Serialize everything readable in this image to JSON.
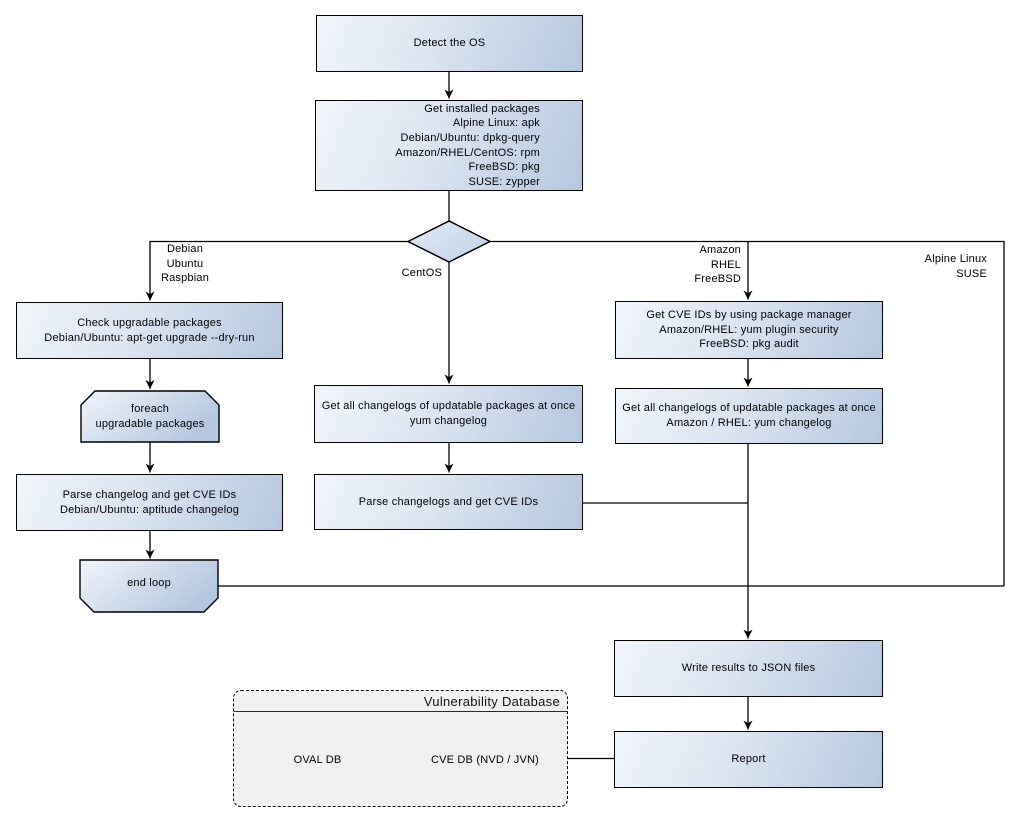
{
  "nodes": {
    "detect_os": "Detect the OS",
    "get_installed_packages": "Get installed packages\nAlpine Linux: apk\nDebian/Ubuntu: dpkg-query\nAmazon/RHEL/CentOS: rpm\nFreeBSD: pkg\nSUSE: zypper",
    "check_upgradable": "Check upgradable packages\nDebian/Ubuntu: apt-get upgrade --dry-run",
    "foreach_loop": "foreach\nupgradable  packages",
    "parse_changelog_deb": "Parse changelog and get  CVE IDs\nDebian/Ubuntu: aptitude changelog",
    "end_loop": "end loop",
    "get_changelogs_yum": "Get all changelogs of updatable packages at once\nyum changelog",
    "parse_changelogs_yum": "Parse changelogs and get CVE IDs",
    "get_cve_ids_pkg_mgr": "Get CVE IDs by using package manager\nAmazon/RHEL: yum plugin security\nFreeBSD: pkg audit",
    "get_changelogs_amazon": "Get all changelogs of updatable packages at once\nAmazon / RHEL: yum changelog",
    "write_results": "Write results to JSON files",
    "report": "Report"
  },
  "branch_labels": {
    "debian": "Debian\nUbuntu\nRaspbian",
    "centos": "CentOS",
    "amazon": "Amazon\nRHEL\nFreeBSD",
    "alpine": "Alpine Linux\nSUSE"
  },
  "database": {
    "title": "Vulnerability Database",
    "oval_db": "OVAL DB",
    "cve_db": "CVE DB (NVD / JVN)"
  },
  "colors": {
    "node_fill_light": "#f1f5fb",
    "node_fill_dark": "#b5c7df",
    "diamond_light": "#e3ebf6",
    "diamond_dark": "#c4d3e8",
    "cylinder_top": "#e7edf6",
    "cylinder_body_dark": "#becfe4",
    "border": "#000000",
    "db_panel": "#f1f1f2"
  }
}
